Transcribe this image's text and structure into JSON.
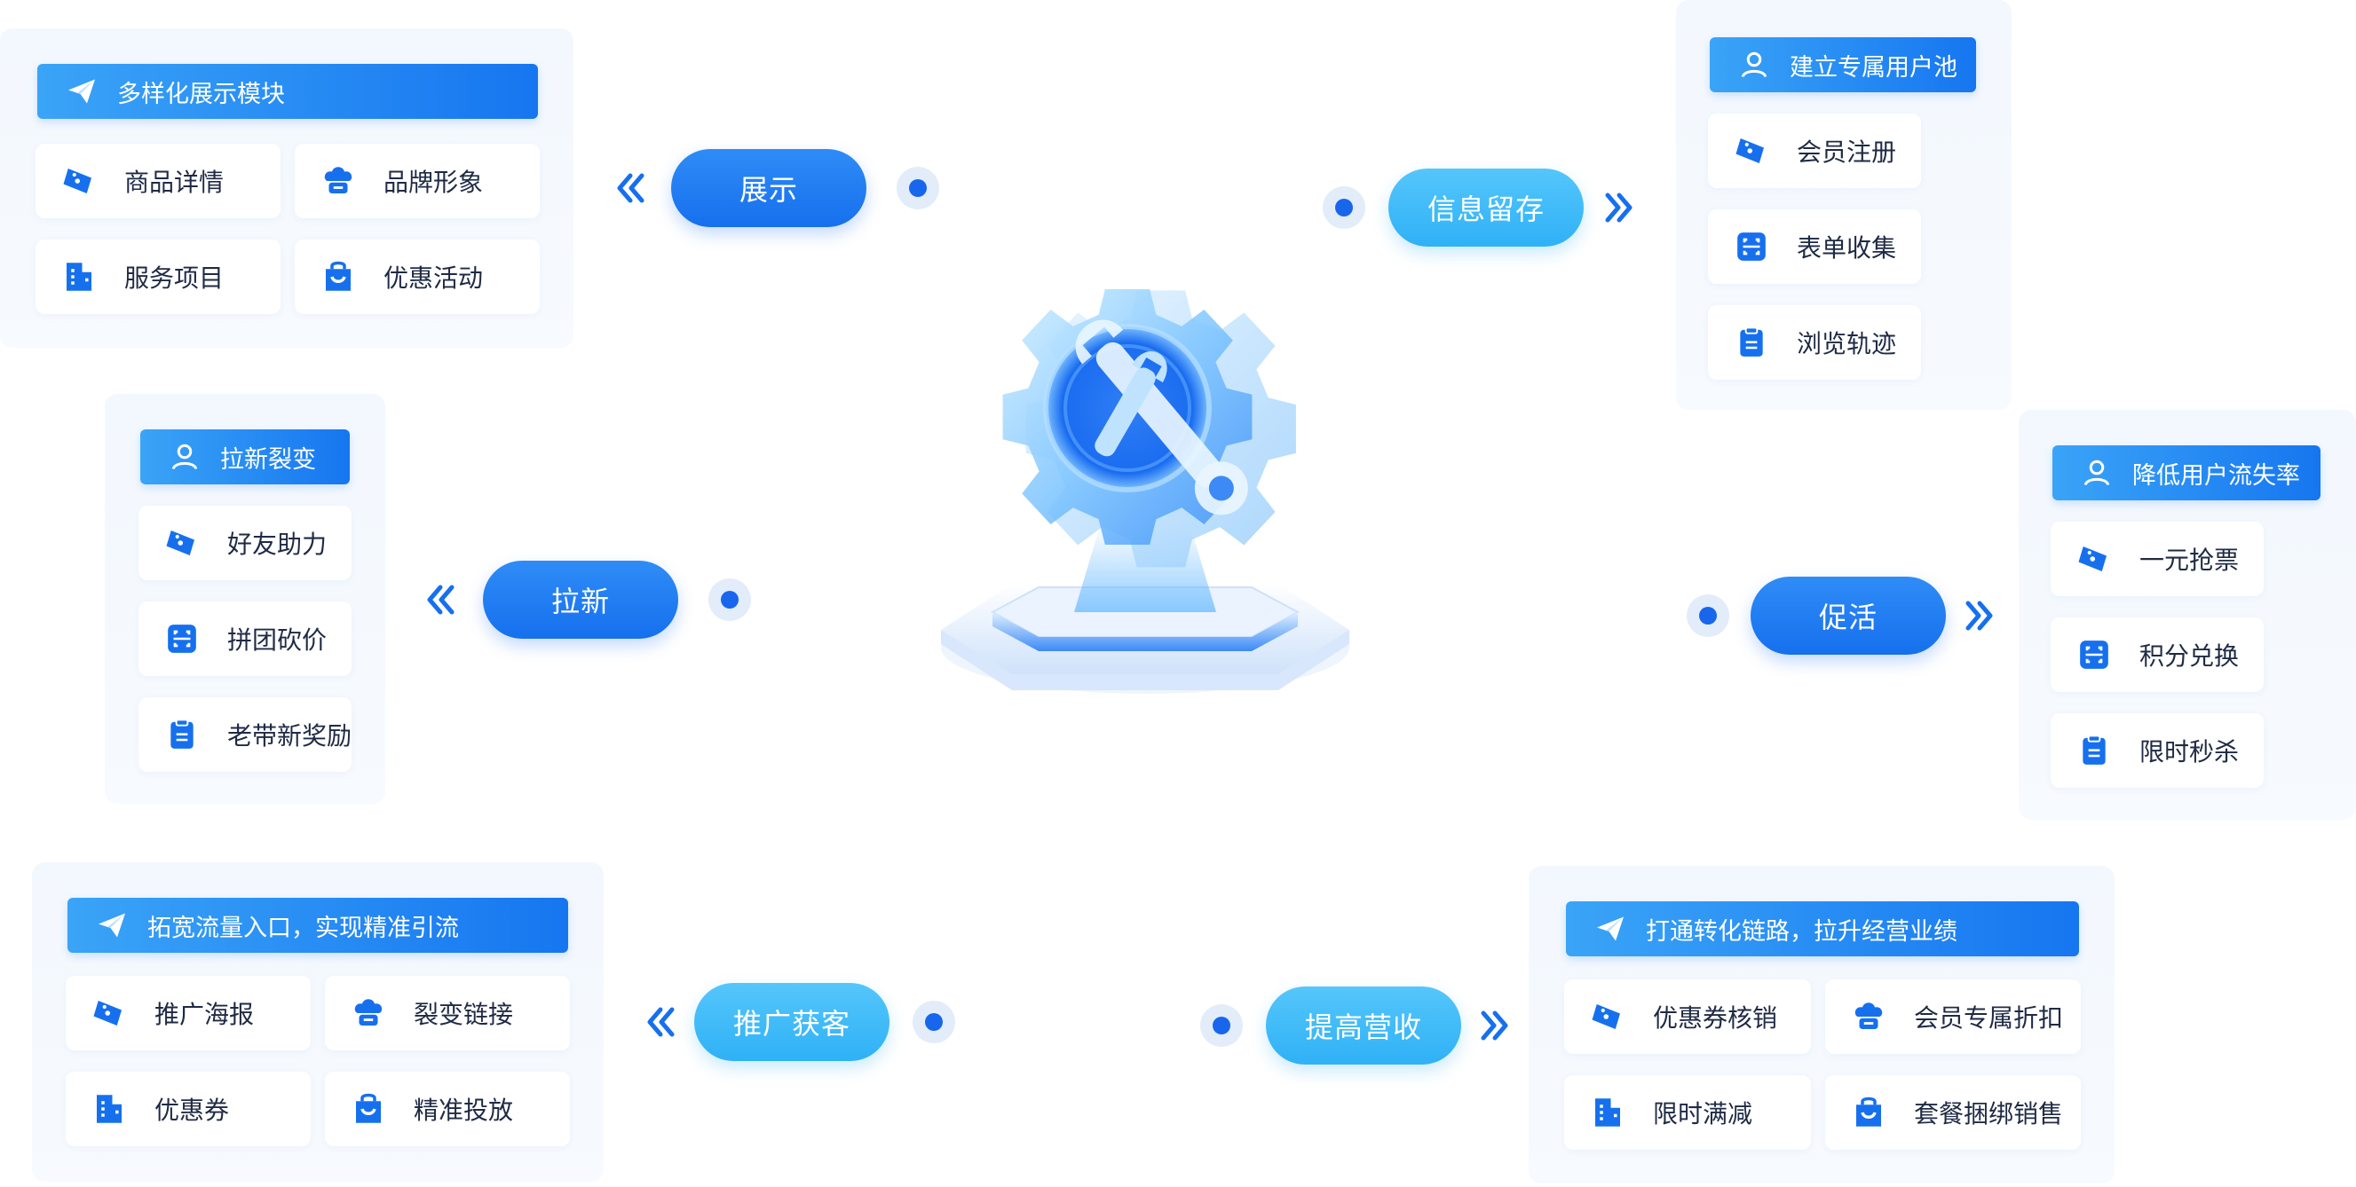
{
  "colors": {
    "primary": "#1670ee",
    "light": "#2fb1f6",
    "panel": "#f3f8fe"
  },
  "center": {
    "icon": "gear-wrench-icon"
  },
  "nodes": {
    "zhanshi": "展示",
    "xinxi": "信息留存",
    "laxin": "拉新",
    "cuhuo": "促活",
    "tuiguang": "推广获客",
    "tigao": "提高营收"
  },
  "panels": {
    "display": {
      "title": "多样化展示模块",
      "items": [
        "商品详情",
        "品牌形象",
        "服务项目",
        "优惠活动"
      ]
    },
    "user_pool": {
      "title": "建立专属用户池",
      "items": [
        "会员注册",
        "表单收集",
        "浏览轨迹"
      ]
    },
    "fission": {
      "title": "拉新裂变",
      "items": [
        "好友助力",
        "拼团砍价",
        "老带新奖励"
      ]
    },
    "churn": {
      "title": "降低用户流失率",
      "items": [
        "一元抢票",
        "积分兑换",
        "限时秒杀"
      ]
    },
    "traffic": {
      "title": "拓宽流量入口，实现精准引流",
      "items": [
        "推广海报",
        "裂变链接",
        "优惠券",
        "精准投放"
      ]
    },
    "revenue": {
      "title": "打通转化链路，拉升经营业绩",
      "items": [
        "优惠券核销",
        "会员专属折扣",
        "限时满减",
        "套餐捆绑销售"
      ]
    }
  }
}
